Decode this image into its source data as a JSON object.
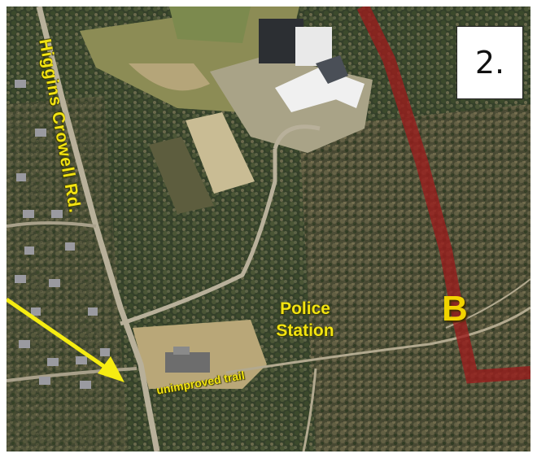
{
  "panel_number": "2.",
  "labels": {
    "road": "Higgins Crowell Rd.",
    "poi": "Police Station",
    "trail": "unimproved trail",
    "route_marker": "B"
  },
  "colors": {
    "label_yellow": "#f2e312",
    "arrow_yellow": "#f5ec12",
    "route_red": "#9b1c1c",
    "forest_dark": "#2f3a22",
    "clearing": "#b9a778"
  },
  "legend_features": {
    "route_line": "red-route",
    "pointer_arrow": "arrow-to-trail"
  }
}
